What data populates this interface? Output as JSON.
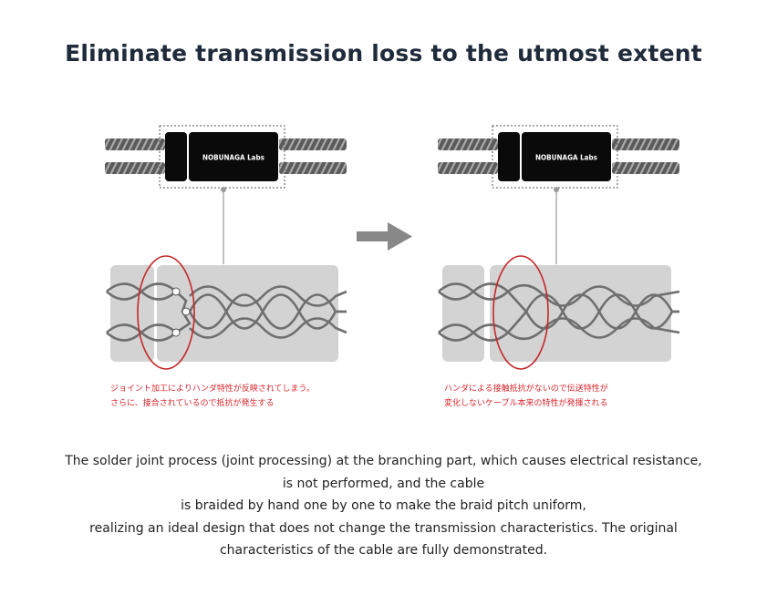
{
  "title": "Eliminate transmission loss to the utmost extent",
  "brand_label": "NOBUNAGA Labs",
  "left_panel": {
    "note_line1": "ジョイント加工によりハンダ特性が反映されてしまう。",
    "note_line2": "さらに、接合されているので抵抗が発生する"
  },
  "right_panel": {
    "note_line1": "ハンダによる接触抵抗がないので伝送特性が",
    "note_line2": "変化しないケーブル本来の特性が発揮される"
  },
  "description": [
    "The solder joint process (joint processing) at the branching part, which causes electrical resistance,",
    "is not performed, and the cable",
    "is braided by hand one by one to make the braid pitch uniform,",
    "realizing an ideal design that does not change the transmission characteristics. The original",
    "characteristics of the cable are fully demonstrated."
  ],
  "colors": {
    "accent_red": "#d8262e",
    "wire_gray": "#6f6f6f",
    "panel_gray": "#d3d3d3",
    "arrow_gray": "#888888"
  }
}
